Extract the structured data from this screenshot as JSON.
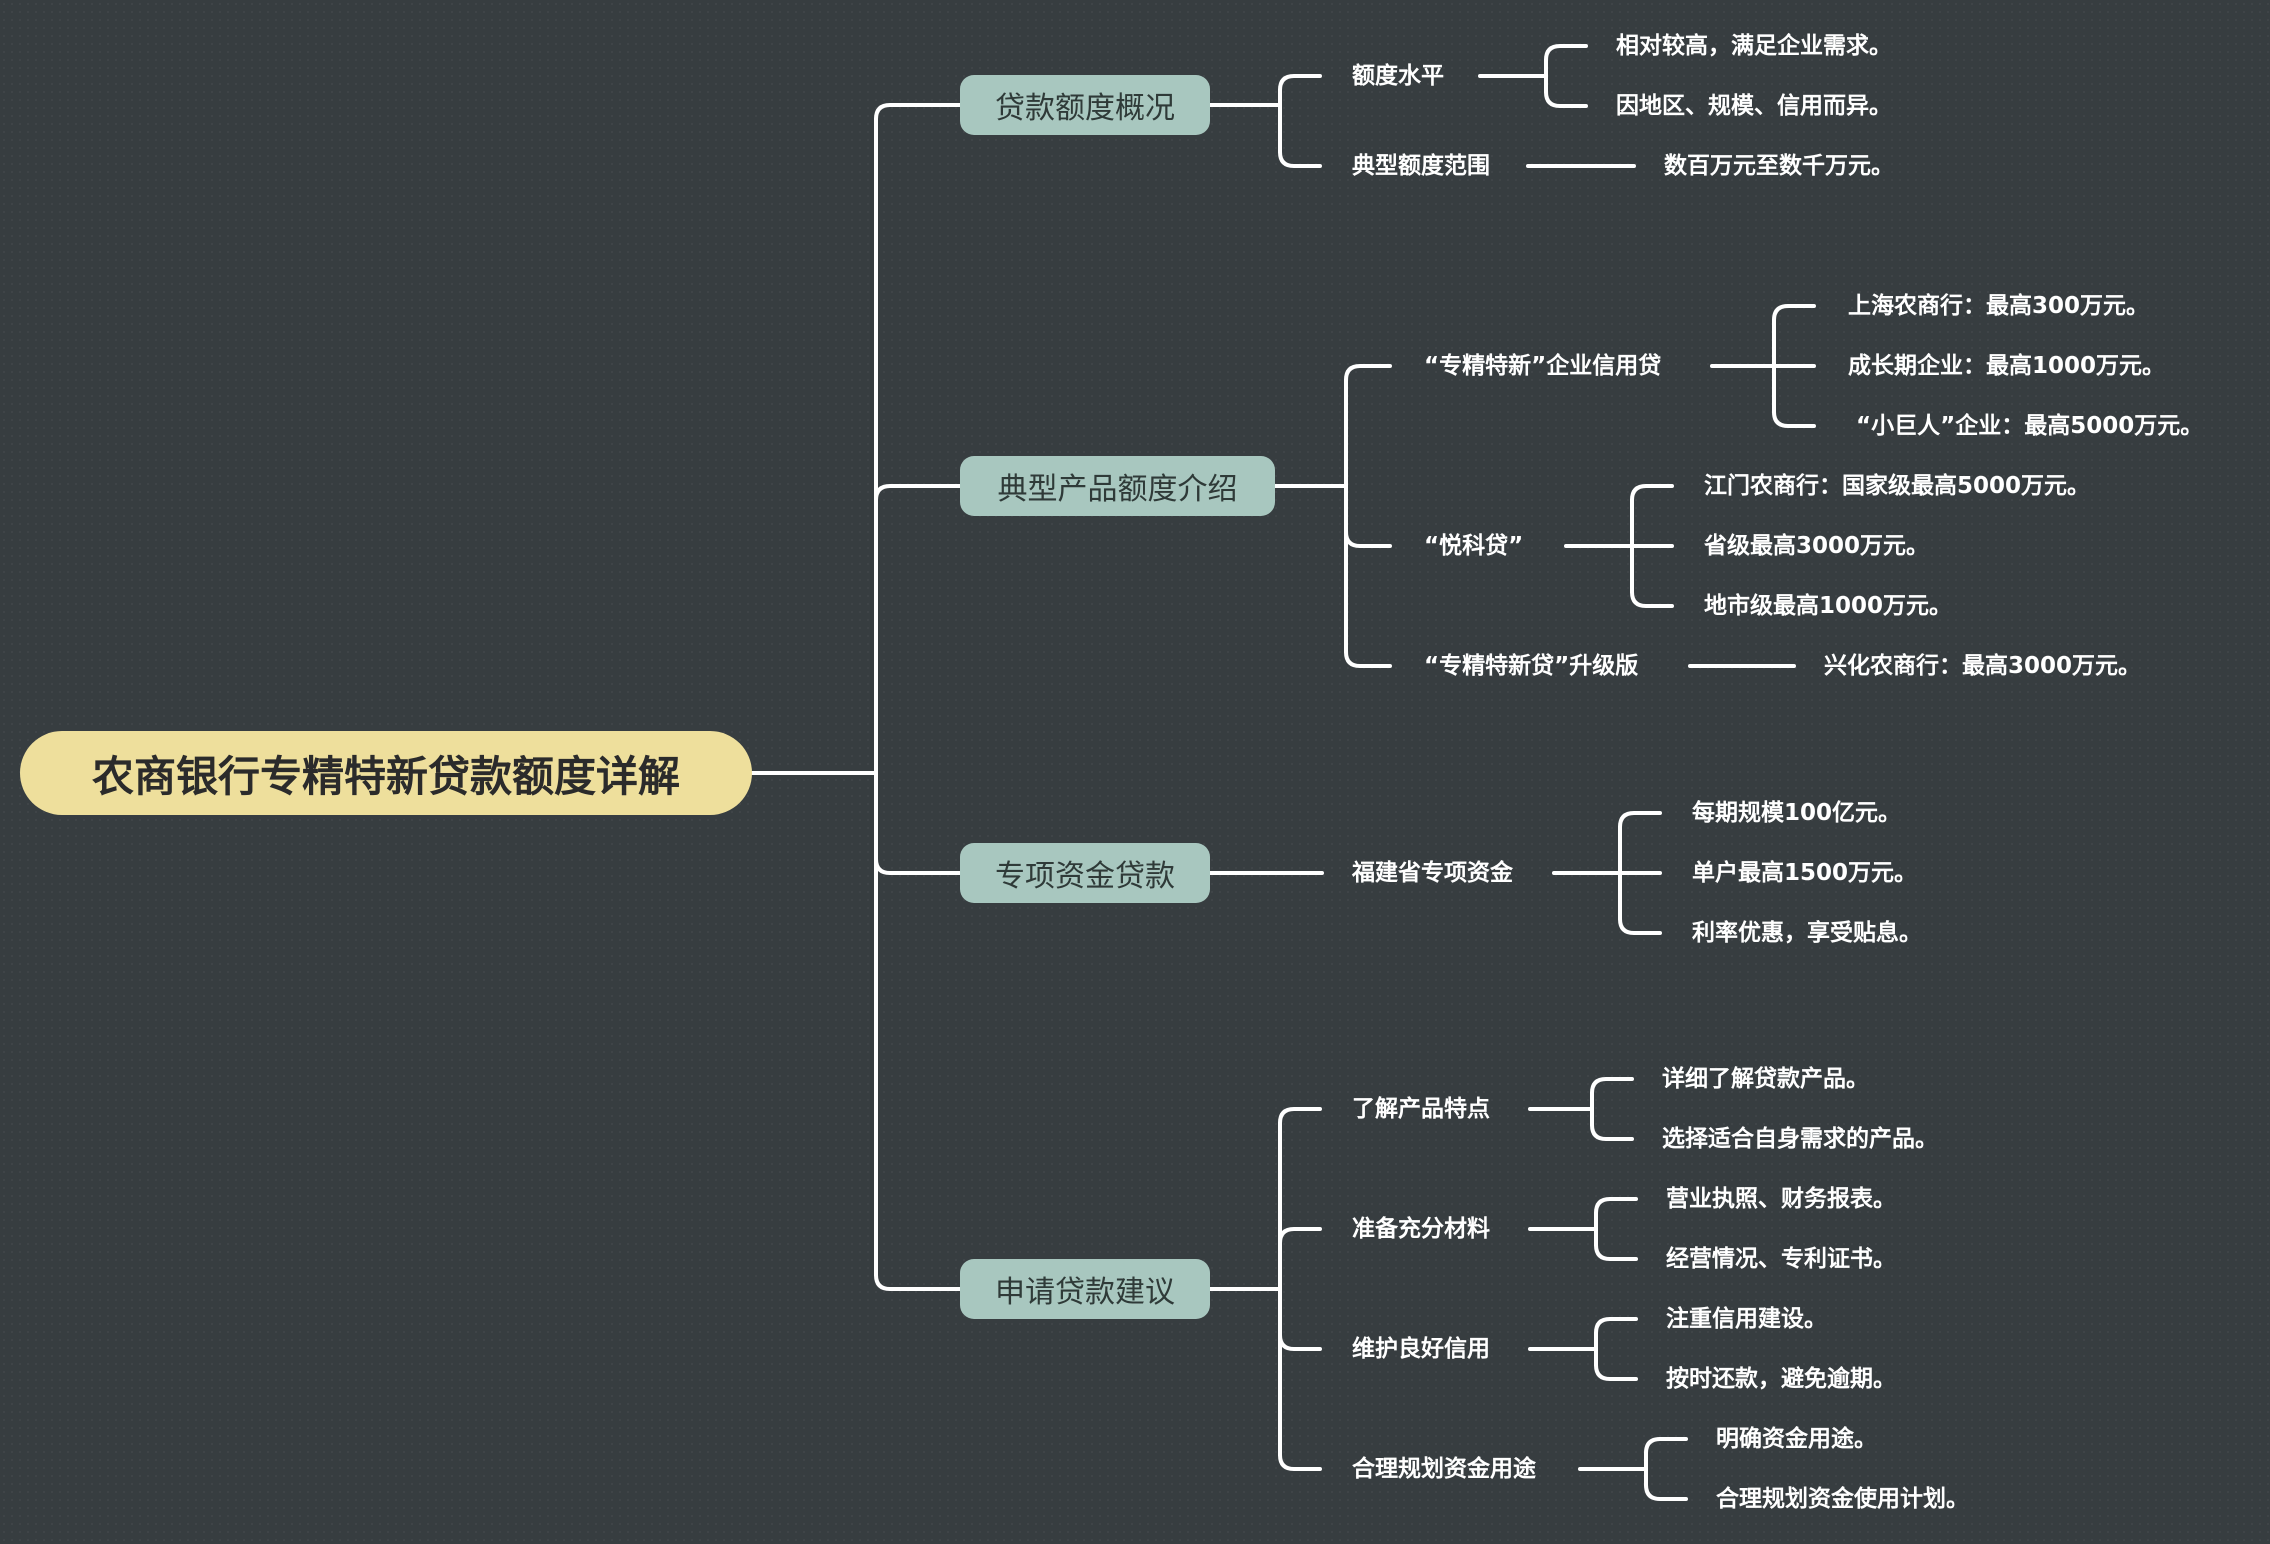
{
  "title": "农商银行专精特新贷款额度详解",
  "branches": [
    {
      "label": "贷款额度概况",
      "children": [
        {
          "label": "额度水平",
          "leaves": [
            "相对较高，满足企业需求。",
            "因地区、规模、信用而异。"
          ]
        },
        {
          "label": "典型额度范围",
          "leaves": [
            "数百万元至数千万元。"
          ]
        }
      ]
    },
    {
      "label": "典型产品额度介绍",
      "children": [
        {
          "label": "“专精特新”企业信用贷",
          "leaves": [
            "上海农商行：最高300万元。",
            "成长期企业：最高1000万元。",
            "“小巨人”企业：最高5000万元。"
          ]
        },
        {
          "label": "“悦科贷”",
          "leaves": [
            "江门农商行：国家级最高5000万元。",
            "省级最高3000万元。",
            "地市级最高1000万元。"
          ]
        },
        {
          "label": "“专精特新贷”升级版",
          "leaves": [
            "兴化农商行：最高3000万元。"
          ]
        }
      ]
    },
    {
      "label": "专项资金贷款",
      "children": [
        {
          "label": "福建省专项资金",
          "leaves": [
            "每期规模100亿元。",
            "单户最高1500万元。",
            "利率优惠，享受贴息。"
          ]
        }
      ]
    },
    {
      "label": "申请贷款建议",
      "children": [
        {
          "label": "了解产品特点",
          "leaves": [
            "详细了解贷款产品。",
            "选择适合自身需求的产品。"
          ]
        },
        {
          "label": "准备充分材料",
          "leaves": [
            "营业执照、财务报表。",
            "经营情况、专利证书。"
          ]
        },
        {
          "label": "维护良好信用",
          "leaves": [
            "注重信用建设。",
            "按时还款，避免逾期。"
          ]
        },
        {
          "label": "合理规划资金用途",
          "leaves": [
            "明确资金用途。",
            "合理规划资金使用计划。"
          ]
        }
      ]
    }
  ]
}
